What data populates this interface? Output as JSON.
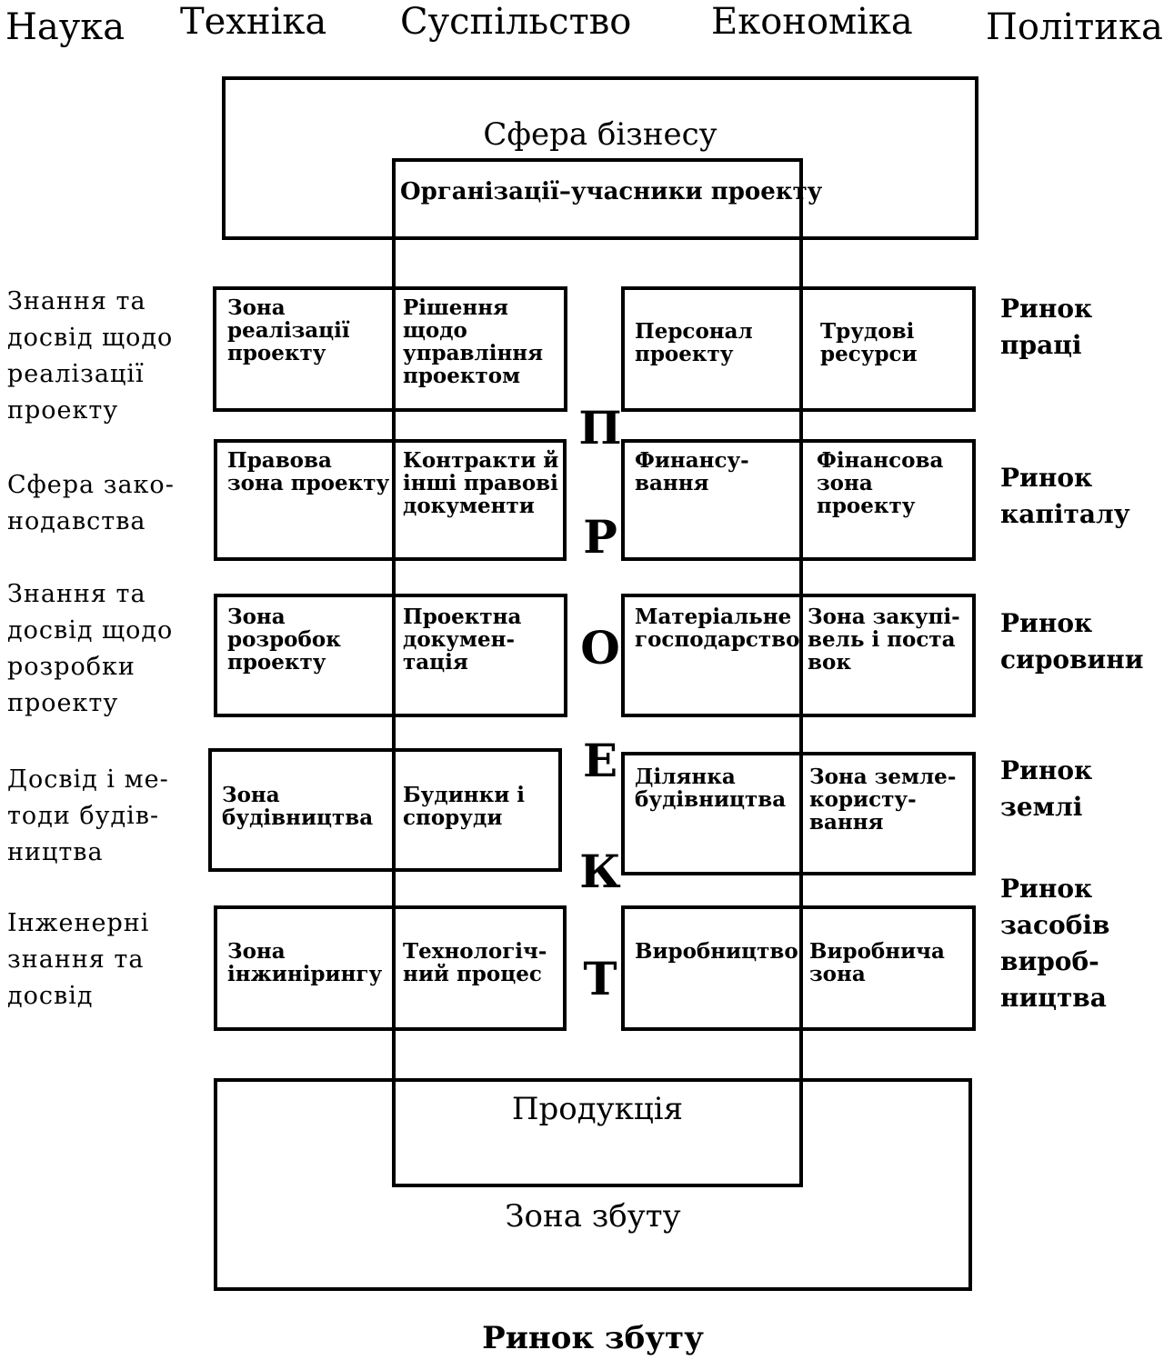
{
  "top_terms": [
    "Наука",
    "Техніка",
    "Суспільство",
    "Економіка",
    "Політика"
  ],
  "business_sphere": "Сфера бізнесу",
  "participants": "Організації–учасники проекту",
  "left_labels": [
    "Знання та\nдосвід щодо\nреалізації\nпроекту",
    "Сфера зако-\nнодавства",
    "Знання та\nдосвід щодо\nрозробки\nпроекту",
    "Досвід і ме-\nтоди будів-\nництва",
    "Інженерні\nзнання та\nдосвід"
  ],
  "right_labels": [
    "Ринок\nпраці",
    "Ринок\nкапіталу",
    "Ринок\nсировини",
    "Ринок\nземлі",
    "Ринок\nзасобів\nвироб-\nництва"
  ],
  "left_boxes": [
    {
      "outer": "Зона\nреалізації\nпроекту",
      "inner": "Рішення\nщодо\nуправління\nпроектом"
    },
    {
      "outer": "Правова\nзона проекту",
      "inner": "Контракти й\nінші правові\nдокументи"
    },
    {
      "outer": "Зона\nрозробок\nпроекту",
      "inner": "Проектна\nдокумен-\nтація"
    },
    {
      "outer": "Зона\nбудівництва",
      "inner": "Будинки і\nспоруди"
    },
    {
      "outer": "Зона\nінжинірингу",
      "inner": "Технологіч-\nний процес"
    }
  ],
  "right_boxes": [
    {
      "inner": "Персонал\nпроекту",
      "outer": "Трудові\nресурси"
    },
    {
      "inner": "Финансу-\nвання",
      "outer": "Фінансова\nзона\nпроекту"
    },
    {
      "inner": "Матеріальне\nгосподарство",
      "outer": "Зона закупі-\nвель і поста\nвок"
    },
    {
      "inner": "Ділянка\nбудівництва",
      "outer": "Зона земле-\nкористу-\nвання"
    },
    {
      "inner": "Виробництво",
      "outer": "Виробнича\nзона"
    }
  ],
  "project_letters": [
    "П",
    "Р",
    "О",
    "Е",
    "К",
    "Т"
  ],
  "product": "Продукція",
  "sales_zone": "Зона збуту",
  "sales_market": "Ринок збуту"
}
